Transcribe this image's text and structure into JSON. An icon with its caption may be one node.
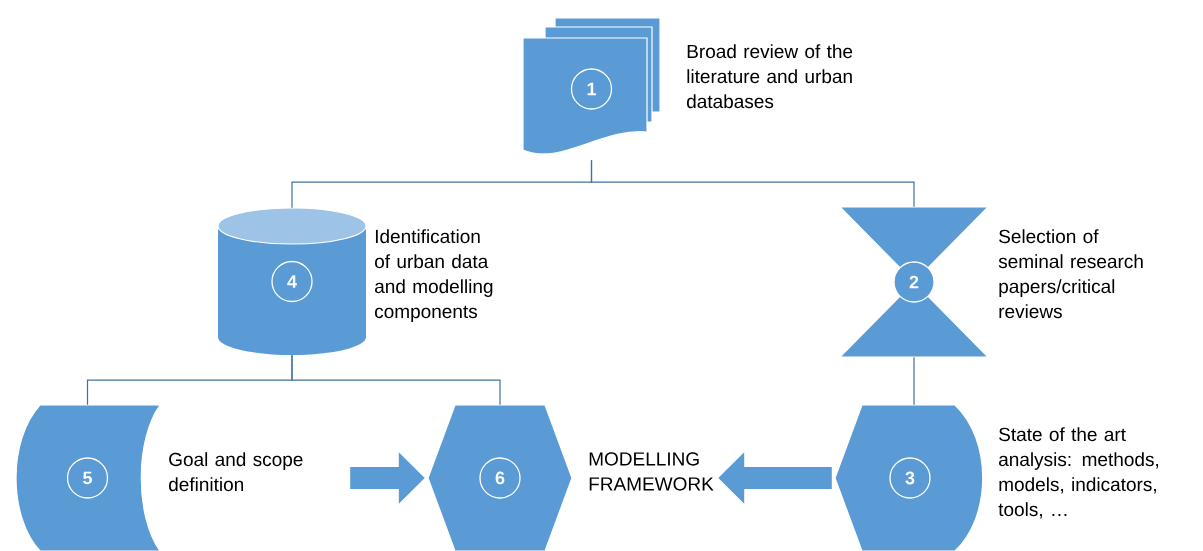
{
  "diagram": {
    "nodes": [
      {
        "text": [
          "1"
        ],
        "beside": [
          "Broad review of the literature and urban databases"
        ]
      },
      {
        "text": [
          "4"
        ],
        "beside": [
          "Identification of urban data and modelling components"
        ]
      },
      {
        "text": [
          "2"
        ],
        "beside": [
          "Selection of seminal research papers/critical reviews"
        ]
      },
      {
        "text": [
          "5"
        ],
        "beside": [
          "Goal and scope definition"
        ]
      },
      {
        "text": [
          "6"
        ],
        "beside": [
          "MODELLING FRAMEWORK"
        ]
      },
      {
        "text": [
          "3"
        ],
        "beside": [
          "State of the art analysis: methods, models, indicators, tools, …"
        ]
      }
    ],
    "edges": [
      {
        "from": 0,
        "to": 1,
        "arrow": "none"
      },
      {
        "from": 0,
        "to": 2,
        "arrow": "none"
      },
      {
        "from": 1,
        "to": 3,
        "arrow": "none"
      },
      {
        "from": 1,
        "to": 4,
        "arrow": "none"
      },
      {
        "from": 2,
        "to": 5,
        "arrow": "none"
      },
      {
        "from": 3,
        "to": 4,
        "arrow": "to",
        "style": "thick",
        "color": "#5b9bd5"
      },
      {
        "from": 5,
        "to": 4,
        "arrow": "to",
        "style": "thick",
        "color": "#5b9bd5"
      }
    ]
  }
}
